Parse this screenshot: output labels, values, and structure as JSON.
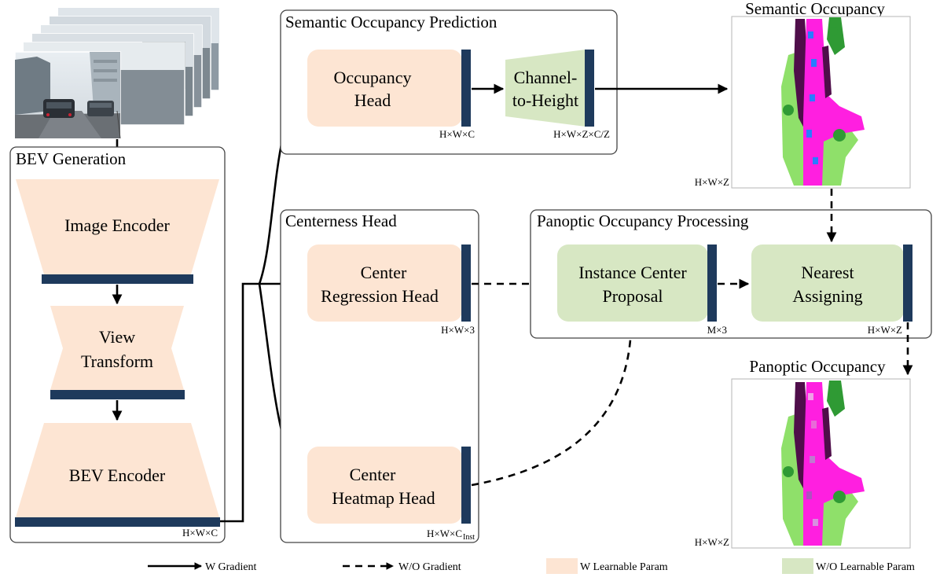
{
  "colors": {
    "learnable": "#fde5d3",
    "nonlearnable": "#d7e7c3",
    "bar": "#1e3a5c",
    "magenta": "#ff1fe0",
    "lightgreen": "#8fe06a",
    "darkgreen": "#2f9a34",
    "darkpurple": "#4f0e4a",
    "blue": "#2a7cff"
  },
  "sections": {
    "bev_generation": "BEV Generation",
    "semantic_prediction": "Semantic Occupancy Prediction",
    "centerness_head": "Centerness Head",
    "panoptic_processing": "Panoptic Occupancy Processing"
  },
  "blocks": {
    "image_encoder": "Image Encoder",
    "view_transform": [
      "View",
      "Transform"
    ],
    "bev_encoder": "BEV Encoder",
    "occupancy_head": [
      "Occupancy",
      "Head"
    ],
    "channel_to_height": [
      "Channel-",
      "to-Height"
    ],
    "center_regression": [
      "Center",
      "Regression Head"
    ],
    "center_heatmap": [
      "Center",
      "Heatmap Head"
    ],
    "instance_center": [
      "Instance Center",
      "Proposal"
    ],
    "nearest_assigning": [
      "Nearest",
      "Assigning"
    ]
  },
  "dims": {
    "bev": "H×W×C",
    "occ_head": "H×W×C",
    "c2h": "H×W×Z×C/Z",
    "sem_occ": "H×W×Z",
    "center_reg": "H×W×3",
    "heatmap_main": "H×W×C",
    "heatmap_sub": "Inst",
    "instance": "M×3",
    "nearest": "H×W×Z",
    "pan_occ": "H×W×Z"
  },
  "outputs": {
    "semantic": "Semantic Occupancy",
    "panoptic": "Panoptic Occupancy"
  },
  "legend": {
    "w_gradient": "W Gradient",
    "wo_gradient": "W/O Gradient",
    "w_learnable": "W Learnable Param",
    "wo_learnable": "W/O Learnable Param"
  },
  "icons": {
    "camera_stack": "camera-images-icon",
    "semantic_map": "semantic-occupancy-map-icon",
    "panoptic_map": "panoptic-occupancy-map-icon"
  }
}
